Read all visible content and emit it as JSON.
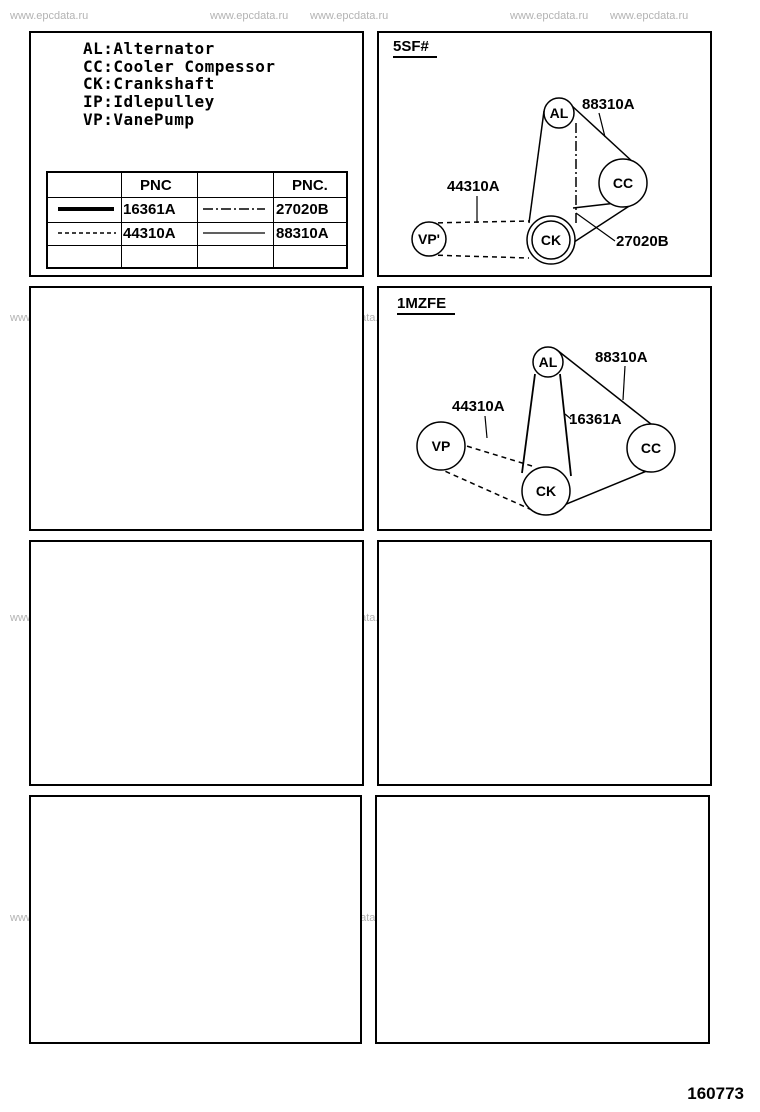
{
  "watermark": "www.epcdata.ru",
  "legend": {
    "lines": [
      "AL:Alternator",
      "CC:Cooler Compessor",
      "CK:Crankshaft",
      "IP:Idlepulley",
      "VP:VanePump"
    ],
    "table": {
      "headers": [
        "PNC",
        "PNC."
      ],
      "rows": [
        {
          "left_pnc": "16361A",
          "right_pnc": "27020B"
        },
        {
          "left_pnc": "44310A",
          "right_pnc": "88310A"
        }
      ]
    }
  },
  "diagram_5sf": {
    "title": "5SF#",
    "pulleys": {
      "al": "AL",
      "cc": "CC",
      "ck": "CK",
      "vp": "VP'"
    },
    "belts": {
      "vp_ck": "44310A",
      "al_cc": "88310A",
      "ck_cc": "27020B"
    }
  },
  "diagram_1mzfe": {
    "title": "1MZFE",
    "pulleys": {
      "al": "AL",
      "cc": "CC",
      "ck": "CK",
      "vp": "VP"
    },
    "belts": {
      "vp_ck": "44310A",
      "al_ck": "16361A",
      "al_cc": "88310A"
    }
  },
  "page_code": "160773"
}
